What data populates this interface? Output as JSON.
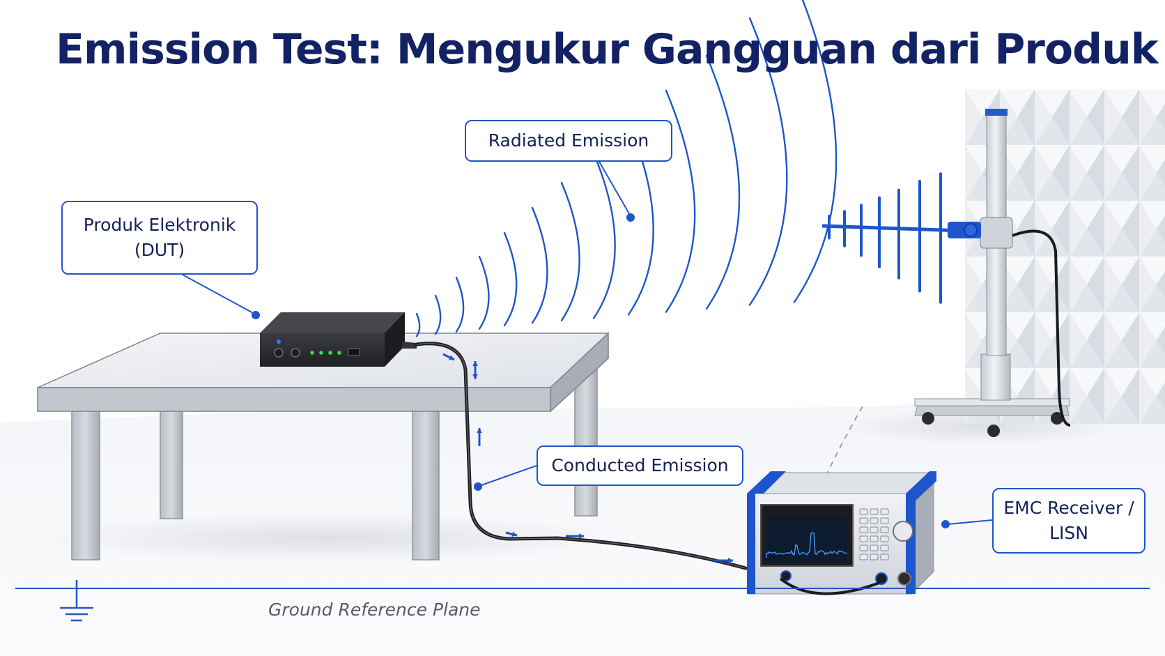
{
  "title": "Emission Test: Mengukur Gangguan dari Produk",
  "callouts": {
    "radiated": "Radiated Emission",
    "dut_line1": "Produk Elektronik",
    "dut_line2": "(DUT)",
    "conducted": "Conducted Emission",
    "emc_line1": "EMC Receiver /",
    "emc_line2": "LISN"
  },
  "ground_plane_label": "Ground Reference Plane",
  "colors": {
    "title": "#122264",
    "accent_blue": "#1f55cc",
    "callout_text": "#132156",
    "ground_line": "#2a52c8",
    "device_body": "#2b2d31",
    "led_green": "#3ddc52"
  },
  "icons": [
    "ground-symbol-icon",
    "flow-arrow-icon",
    "dut-led-icon",
    "antenna-icon"
  ]
}
